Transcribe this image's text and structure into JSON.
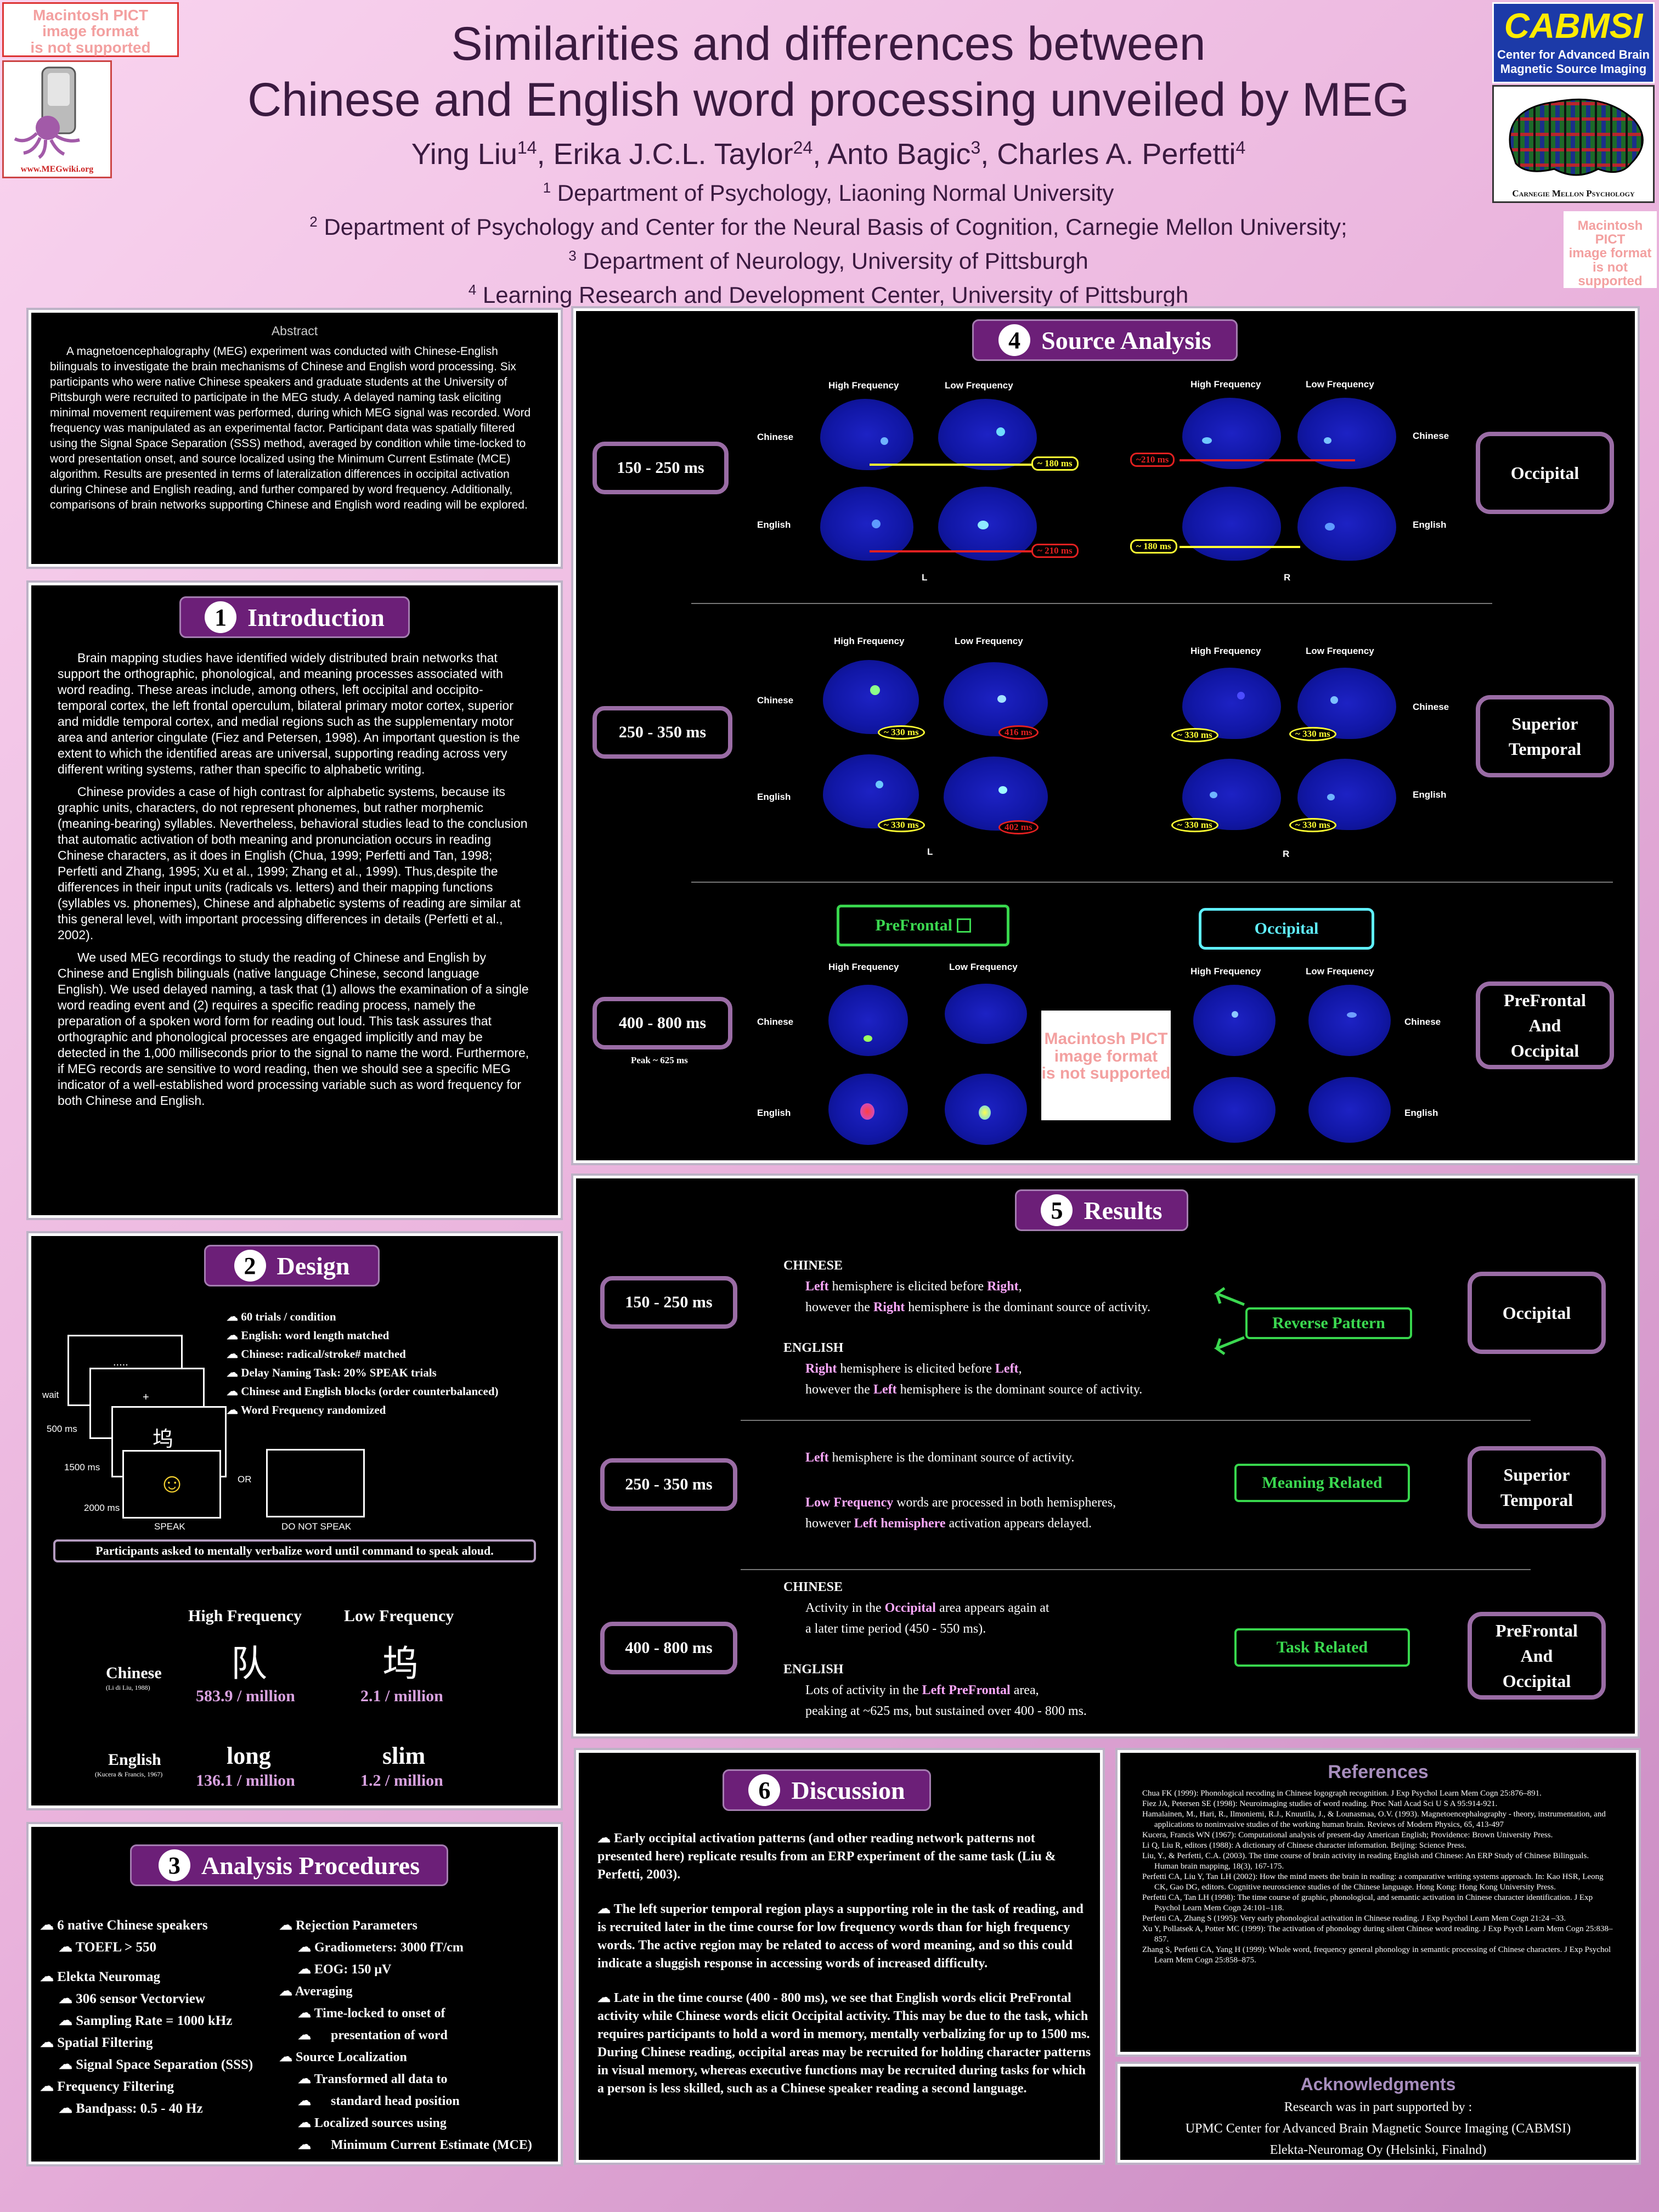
{
  "header": {
    "title1": "Similarities and differences between",
    "title2": "Chinese and English word processing unveiled by MEG",
    "authors": [
      {
        "n": "Ying Liu",
        "s": "14"
      },
      {
        "n": "Erika J.C.L. Taylor",
        "s": "24"
      },
      {
        "n": "Anto Bagic",
        "s": "3"
      },
      {
        "n": "Charles A. Perfetti",
        "s": "4"
      }
    ],
    "affils": [
      {
        "s": "1",
        "t": "Department of Psychology, Liaoning Normal University"
      },
      {
        "s": "2",
        "t": "Department of Psychology and Center for the Neural Basis of Cognition, Carnegie Mellon University;"
      },
      {
        "s": "3",
        "t": "Department of Neurology, University of Pittsburgh"
      },
      {
        "s": "4",
        "t": "Learning Research and Development Center, University of Pittsburgh"
      }
    ]
  },
  "pict": {
    "line1": "Macintosh PICT",
    "line2": "image format",
    "line3": "is not supported"
  },
  "meg_logo": {
    "url": "www.MEGwiki.org"
  },
  "cabmsi": {
    "name": "CABMSI",
    "sub1": "Center for Advanced Brain",
    "sub2": "Magnetic Source Imaging",
    "cmu": "Carnegie Mellon Psychology"
  },
  "abstract": {
    "title": "Abstract",
    "text": "A magnetoencephalography (MEG) experiment was conducted with Chinese-English bilinguals to investigate the brain mechanisms of Chinese and English word processing. Six participants who were native Chinese speakers and graduate students at the University of Pittsburgh were recruited to participate in the MEG study. A delayed naming task eliciting minimal movement requirement was performed, during which MEG signal was recorded. Word frequency was manipulated as an experimental factor.  Participant data was spatially filtered using the Signal Space Separation (SSS) method, averaged by condition while time-locked to word presentation onset, and source localized using the Minimum Current Estimate (MCE) algorithm. Results are presented in terms of lateralization differences in occipital activation during Chinese and English reading, and further compared by word frequency.  Additionally, comparisons of brain networks supporting Chinese and English word reading will be explored."
  },
  "intro": {
    "num": "1",
    "title": "Introduction",
    "p1": "Brain mapping studies have identified widely distributed brain networks that support the orthographic, phonological, and meaning processes associated with word reading. These areas include, among others, left occipital and occipito-temporal cortex, the left frontal operculum, bilateral primary motor cortex, superior and middle temporal cortex, and medial regions such as the supplementary motor area and anterior cingulate (Fiez and Petersen, 1998). An important question is the extent to which the identified areas are universal, supporting reading across very different writing systems, rather than specific to alphabetic writing.",
    "p2": "Chinese provides a case of high contrast for alphabetic systems, because its graphic units, characters, do not represent phonemes, but rather morphemic (meaning-bearing) syllables. Nevertheless, behavioral studies lead to the conclusion that automatic activation of both meaning and pronunciation occurs in reading Chinese characters, as it does in English (Chua, 1999; Perfetti and Tan, 1998; Perfetti and Zhang, 1995; Xu et al., 1999; Zhang et al., 1999). Thus,despite the differences in their input units (radicals vs. letters) and their mapping functions (syllables vs. phonemes), Chinese and alphabetic systems of reading are similar at this general level, with important processing differences in details (Perfetti et al., 2002).",
    "p3": "We used MEG recordings to study the reading of Chinese and English by Chinese and English bilinguals (native language Chinese, second language English). We used delayed naming, a task that (1) allows the examination of a single word reading event and (2) requires a specific reading process, namely the preparation of a spoken word form for reading out loud. This task assures that orthographic and phonological processes are engaged implicitly and may be detected in the 1,000 milliseconds prior to the signal to name the word. Furthermore, if MEG records are sensitive to word reading, then we should see a specific MEG indicator of a well-established word processing variable such as word frequency for both Chinese and English."
  },
  "design": {
    "num": "2",
    "title": "Design",
    "bullets": [
      "60 trials / condition",
      "English: word length matched",
      "Chinese: radical/stroke# matched",
      "Delay Naming Task:    20% SPEAK trials",
      "Chinese and English blocks (order counterbalanced)",
      "Word Frequency randomized"
    ],
    "timeline": {
      "wait": "wait",
      "t1": "500 ms",
      "t2": "1500 ms",
      "t3": "2000 ms",
      "dots": ".....",
      "plus": "+",
      "char": "坞",
      "speak": "SPEAK",
      "or": "OR",
      "nospeak": "DO NOT SPEAK",
      "face": "☺"
    },
    "note": "Participants asked to mentally verbalize word until command to speak aloud.",
    "freq": {
      "hf": "High Frequency",
      "lf": "Low Frequency",
      "zh": "Chinese",
      "zh_src": "(Li di Liu, 1988)",
      "en": "English",
      "en_src": "(Kucera & Francis, 1967)",
      "zh_hf_word": "队",
      "zh_lf_word": "坞",
      "zh_hf_val": "583.9 / million",
      "zh_lf_val": "2.1 / million",
      "en_hf_word": "long",
      "en_lf_word": "slim",
      "en_hf_val": "136.1 / million",
      "en_lf_val": "1.2 / million"
    }
  },
  "analysis": {
    "num": "3",
    "title": "Analysis Procedures",
    "left": [
      {
        "t": "6 native Chinese speakers",
        "l": 0
      },
      {
        "t": "TOEFL > 550",
        "l": 1
      },
      {
        "t": "Elekta Neuromag",
        "l": 0
      },
      {
        "t": "306 sensor Vectorview",
        "l": 1
      },
      {
        "t": "Sampling Rate = 1000 kHz",
        "l": 1
      },
      {
        "t": "Spatial Filtering",
        "l": 0
      },
      {
        "t": "Signal Space Separation (SSS)",
        "l": 1
      },
      {
        "t": "Frequency Filtering",
        "l": 0
      },
      {
        "t": "Bandpass:  0.5 - 40 Hz",
        "l": 1
      }
    ],
    "right": [
      {
        "t": "Rejection Parameters",
        "l": 0
      },
      {
        "t": "Gradiometers:     3000 fT/cm",
        "l": 1
      },
      {
        "t": "EOG: 150 μV",
        "l": 1
      },
      {
        "t": "Averaging",
        "l": 0
      },
      {
        "t": "Time-locked to onset of",
        "l": 1
      },
      {
        "t": "presentation of word",
        "l": 2
      },
      {
        "t": "Source Localization",
        "l": 0
      },
      {
        "t": "Transformed all data to",
        "l": 1
      },
      {
        "t": "standard head position",
        "l": 2
      },
      {
        "t": "Localized sources using",
        "l": 1
      },
      {
        "t": "Minimum Current Estimate (MCE)",
        "l": 2
      }
    ]
  },
  "source": {
    "num": "4",
    "title": "Source Analysis",
    "hf": "High Frequency",
    "lf": "Low Frequency",
    "chinese": "Chinese",
    "english": "English",
    "L": "L",
    "R": "R",
    "t1": "150 - 250 ms",
    "t2": "250 - 350 ms",
    "t3": "400 - 800 ms",
    "peak": "Peak ~ 625 ms",
    "r1": "Occipital",
    "r2a": "Superior",
    "r2b": "Temporal",
    "r3a": "PreFrontal",
    "r3b": "And",
    "r3c": "Occipital",
    "tags1": {
      "a": "~ 180 ms",
      "b": "~ 210 ms",
      "c": "~210 ms",
      "d": "~ 180 ms"
    },
    "tags2": {
      "a": "~ 330 ms",
      "b": "416 ms",
      "c": "~ 330 ms",
      "d": "402 ms",
      "e": "~ 330 ms",
      "f": "~ 330 ms",
      "g": "~ 330 ms",
      "h": "~ 330 ms"
    },
    "pf": "PreFrontal",
    "occ": "Occipital"
  },
  "results": {
    "num": "5",
    "title": "Results",
    "t1": "150 - 250 ms",
    "t2": "250 - 350 ms",
    "t3": "400 - 800 ms",
    "r1": "Occipital",
    "r2a": "Superior",
    "r2b": "Temporal",
    "r3a": "PreFrontal",
    "r3b": "And",
    "r3c": "Occipital",
    "g1": "Reverse Pattern",
    "g2": "Meaning Related",
    "g3": "Task Related",
    "chinese": "CHINESE",
    "english": "ENGLISH",
    "s1": {
      "a1": "Left",
      "a2": " hemisphere is elicited before ",
      "a3": "Right",
      ",": ",",
      "b1": "however the ",
      "b2": "Right",
      "b3": " hemisphere is the dominant source of activity.",
      "c1": "Right",
      "c2": " hemisphere is elicited before ",
      "c3": "Left",
      "d1": "however the ",
      "d2": "Left",
      "d3": " hemisphere is the dominant source of activity."
    },
    "s2": {
      "a1": "Left",
      "a2": " hemisphere is the dominant source of activity.",
      "b1": "Low Frequency",
      "b2": " words are processed in both hemispheres,",
      "c1": "however ",
      "c2": "Left hemisphere",
      "c3": " activation appears delayed."
    },
    "s3": {
      "a1": "Activity in the ",
      "a2": "Occipital",
      "a3": " area appears again at",
      "a4": "a later time period (450 - 550 ms).",
      "b1": "Lots of activity in the ",
      "b2": "Left PreFrontal",
      "b3": " area,",
      "b4": "peaking at ~625 ms, but sustained over 400 - 800 ms."
    }
  },
  "discussion": {
    "num": "6",
    "title": "Discussion",
    "p1": "Early occipital activation patterns (and other reading network patterns not presented here) replicate results from an ERP experiment of the same task (Liu & Perfetti, 2003).",
    "p2": "The left superior temporal region plays a supporting role in the task of reading, and is recruited later in the time course for low frequency words than for high frequency words.  The active region may be related to access of word meaning, and so this could indicate a sluggish response in accessing words of increased difficulty.",
    "p3": "Late in the time course (400 - 800 ms), we see that English words elicit PreFrontal activity while Chinese words elicit Occipital activity.  This may be due to the task, which requires participants to hold a word in memory, mentally verbalizing for up to 1500 ms. During Chinese reading, occipital areas may be recruited for holding character patterns in visual memory, whereas executive functions may be recruited during tasks for which a person is less skilled, such as a Chinese speaker reading a second language."
  },
  "references": {
    "title": "References",
    "items": [
      "Chua FK (1999): Phonological recoding in Chinese logograph recognition.  J Exp Psychol Learn Mem Cogn 25:876–891.",
      "Fiez JA, Petersen SE (1998): Neuroimaging studies of word reading. Proc Natl Acad Sci U S A 95:914-921.",
      "Hamalainen, M., Hari, R., Ilmoniemi, R.J., Knuutila, J., & Lounasmaa, O.V. (1993). Magnetoencephalography - theory, instrumentation, and applications to noninvasive studies of the working human brain. Reviews of Modern Physics, 65, 413-497",
      "Kucera, Francis WN (1967): Computational analysis of present-day American English; Providence: Brown University Press.",
      "Li Q, Liu R, editors (1988): A dictionary of Chinese character information. Beijing: Science Press.",
      "Liu, Y., & Perfetti, C.A. (2003). The time course of brain activity in reading English and Chinese: An ERP Study of Chinese Bilinguals. Human brain mapping, 18(3), 167-175.",
      "Perfetti CA, Liu Y, Tan LH (2002): How the mind meets the brain in reading: a comparative writing systems approach. In: Kao HSR, Leong CK, Gao DG, editors. Cognitive neuroscience studies of the Chinese language. Hong Kong: Hong Kong University Press.",
      "Perfetti CA, Tan LH (1998): The time course of graphic, phonological, and semantic activation in Chinese character identification. J Exp Psychol Learn Mem Cogn 24:101–118.",
      "Perfetti CA, Zhang S (1995): Very early phonological activation in Chinese reading. J Exp Psychol Learn Mem Cogn 21:24 –33.",
      "Xu Y, Pollatsek A, Potter MC (1999): The activation of phonology during silent Chinese word reading. J Exp Psych Learn Mem Cogn 25:838–857.",
      "Zhang S, Perfetti CA, Yang H (1999): Whole word, frequency general phonology in semantic processing of Chinese characters. J Exp Psychol Learn Mem Cogn 25:858–875."
    ]
  },
  "ack": {
    "title": "Acknowledgments",
    "l1": "Research was in part supported by :",
    "l2": "UPMC Center for Advanced Brain Magnetic Source Imaging (CABMSI)",
    "l3": "Elekta-Neuromag Oy (Helsinki, Finalnd)"
  }
}
